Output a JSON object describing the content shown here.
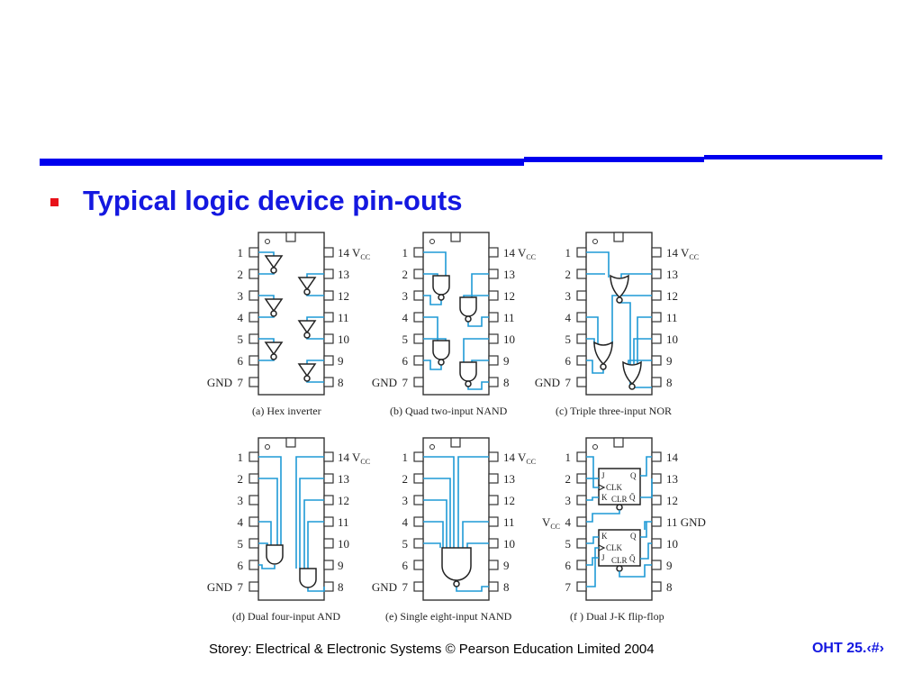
{
  "slide": {
    "title": "Typical logic device pin-outs",
    "footer": "Storey: Electrical & Electronic Systems © Pearson Education Limited 2004",
    "slide_number": "OHT 25.‹#›",
    "colors": {
      "accent_blue": "#1418e0",
      "rule_blue": "#0000ee",
      "bullet_red": "#e8121a",
      "wire_blue": "#1f9ad6"
    }
  },
  "labels": {
    "pin1": "1",
    "pin2": "2",
    "pin3": "3",
    "pin4": "4",
    "pin5": "5",
    "pin6": "6",
    "pin7": "7",
    "pin8": "8",
    "pin9": "9",
    "pin10": "10",
    "pin11": "11",
    "pin12": "12",
    "pin13": "13",
    "pin14": "14",
    "gnd": "GND",
    "v": "V",
    "cc": "CC",
    "q": "Q",
    "qbar": "Q̄",
    "clk": "CLK",
    "j": "J",
    "k": "K",
    "clr": "CLR"
  },
  "captions": {
    "a": "(a) Hex inverter",
    "b": "(b) Quad two-input NAND",
    "c": "(c) Triple three-input NOR",
    "d": "(d) Dual four-input AND",
    "e": "(e) Single eight-input NAND",
    "f": "(f ) Dual J-K flip-flop"
  }
}
